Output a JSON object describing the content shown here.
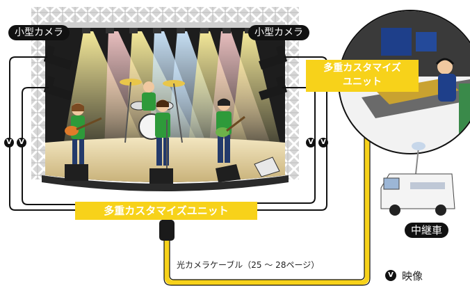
{
  "labels": {
    "camera_left": "小型カメラ",
    "camera_right": "小型カメラ",
    "unit_bottom": "多重カスタマイズユニット",
    "unit_right_line1": "多重カスタマイズ",
    "unit_right_line2": "ユニット",
    "vehicle": "中継車",
    "cable": "光カメラケーブル（25 〜 28ページ）",
    "legend_symbol": "V",
    "legend_text": "映像"
  },
  "colors": {
    "cable_yellow": "#f7d21a",
    "truss": "#cfcfcf",
    "stage_dark": "#1d1d1d",
    "shirt_green": "#2e9a3a",
    "badge_black": "#111111"
  }
}
